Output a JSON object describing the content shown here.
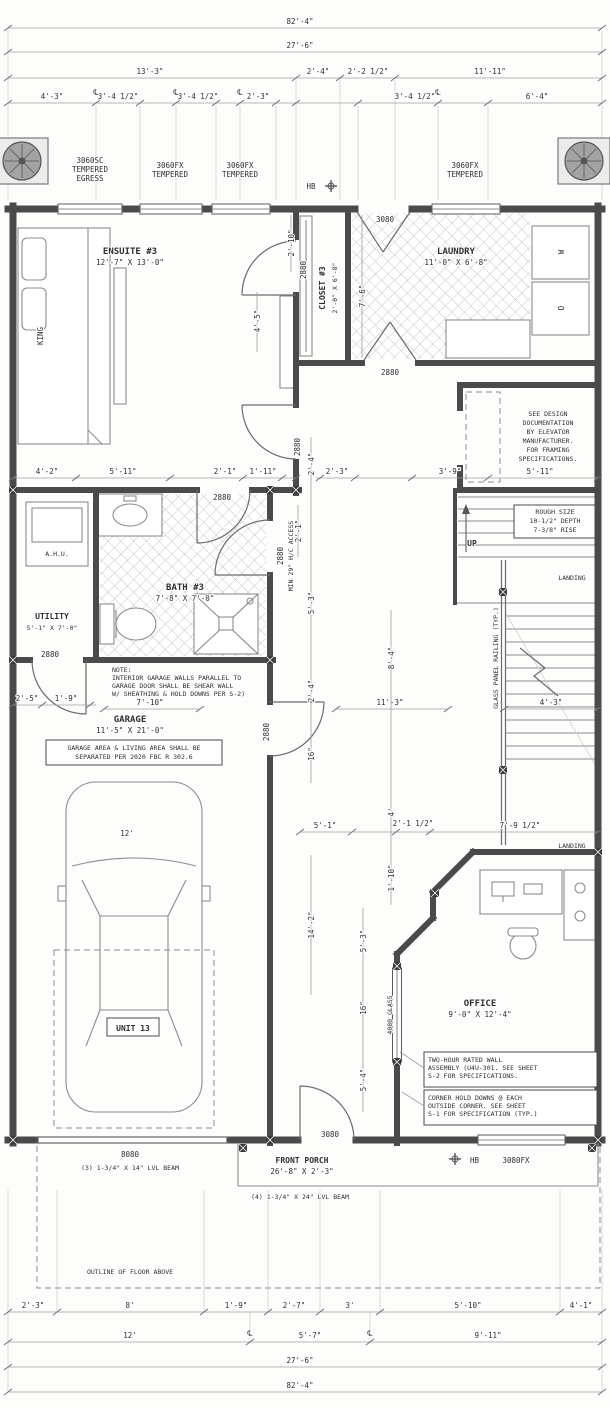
{
  "drawing": {
    "unit_label": "UNIT 13"
  },
  "dims": {
    "top": [
      "82'-4\"",
      "27'-6\"",
      "13'-3\"",
      "2'-4\"",
      "2'-2 1/2\"",
      "11'-11\"",
      "4'-3\"",
      "3'-4 1/2\"",
      "3'-4 1/2\"",
      "2'-3\"",
      "3'-4 1/2\"",
      "6'-4\""
    ],
    "mid_ensuite": [
      "4'-2\"",
      "5'-11\"",
      "2'-1\"",
      "1'-11\"",
      "2'-3\"",
      "3'-9\"",
      "5'-11\""
    ],
    "mid_garage": [
      "2'-5\"",
      "1'-9\"",
      "7'-10\"",
      "11'-3\"",
      "4'-3\""
    ],
    "mid_stair": [
      "5'-1\"",
      "2'-1 1/2\"",
      "7'-9 1/2\""
    ],
    "vertical": [
      "2'-10\"",
      "4'-5\"",
      "7'-6\"",
      "2'-4\"",
      "2'-1\"",
      "5'-3\"",
      "8'-4\"",
      "2'-4\"",
      "16\"",
      "4'",
      "1'-10\"",
      "14'-2\"",
      "5'-3\"",
      "16\"",
      "5'-4\""
    ],
    "bottom_row1": [
      "2'-3\"",
      "8'",
      "1'-9\"",
      "2'-7\"",
      "3'",
      "5'-10\"",
      "4'-1\""
    ],
    "bottom_row2": [
      "12'",
      "5'-7\"",
      "9'-11\""
    ],
    "bottom_row3": "27'-6\"",
    "bottom_row4": "82'-4\"",
    "car_length": "12'"
  },
  "windows": {
    "w1": {
      "l1": "3060SC",
      "l2": "TEMPERED",
      "l3": "EGRESS"
    },
    "w2": {
      "l1": "3060FX",
      "l2": "TEMPERED"
    },
    "w3": {
      "l1": "3060FX",
      "l2": "TEMPERED"
    },
    "w4": {
      "l1": "3060FX",
      "l2": "TEMPERED"
    },
    "w5": "3080FX",
    "w6": "4080 GLASS"
  },
  "doors": {
    "balcony": "3080",
    "laundry": "2880",
    "closet": "2880",
    "ensuite_hall": "2880",
    "ensuite_bath": "2880",
    "bath": "2880",
    "bath_access": "MIN 29\" H/C ACCESS",
    "utility": "2880",
    "garage_hall": "2880",
    "garage_overhead": "8080",
    "front": "3080"
  },
  "rooms": {
    "ensuite": {
      "name": "ENSUITE #3",
      "size": "12'-7\" X 13'-0\""
    },
    "closet": {
      "name": "CLOSET #3",
      "size": "2'-0\" X 6'-8\""
    },
    "laundry": {
      "name": "LAUNDRY",
      "size": "11'-0\" X 6'-8\""
    },
    "bath": {
      "name": "BATH #3",
      "size": "7'-8\" X 7'-0\""
    },
    "utility": {
      "name": "UTILITY",
      "size": "5'-1\" X 7'-0\""
    },
    "garage": {
      "name": "GARAGE",
      "size": "11'-5\" X 21'-0\""
    },
    "office": {
      "name": "OFFICE",
      "size": "9'-0\" X 12'-4\""
    },
    "porch": {
      "name": "FRONT PORCH",
      "size": "26'-8\" X 2'-3\""
    }
  },
  "stair": {
    "up": "UP",
    "landing": "LANDING",
    "rough": [
      "ROUGH SIZE",
      "10-1/2\" DEPTH",
      "7-3/8\" RISE"
    ]
  },
  "notes": {
    "elevator": [
      "SEE DESIGN",
      "DOCUMENTATION",
      "BY ELEVATOR",
      "MANUFACTURER.",
      "FOR FRAMING",
      "SPECIFICATIONS."
    ],
    "garage_shear": [
      "NOTE:",
      "INTERIOR GARAGE WALLS PARALLEL TO",
      "GARAGE DOOR SHALL BE SHEAR WALL",
      "W/ SHEATHING & HOLD DOWNS PER S-2)"
    ],
    "garage_sep": [
      "GARAGE AREA & LIVING AREA SHALL BE",
      "SEPARATED PER 2020 FBC R 302.6"
    ],
    "two_hour": [
      "TWO-HOUR RATED WALL",
      "ASSEMBLY (U4U-301. SEE SHEET",
      "S-2 FOR SPECIFICATIONS."
    ],
    "hold_downs": [
      "CORNER HOLD DOWNS @ EACH",
      "OUTSIDE CORNER. SEE SHEET",
      "S-1 FOR SPECIFICATION (TYP.)"
    ],
    "beam_garage": "(3) 1-3/4\" X 14\" LVL BEAM",
    "beam_porch": "(4) 1-3/4\" X 24\" LVL BEAM",
    "outline_above": "OUTLINE OF FLOOR ABOVE",
    "railing": "GLASS PANEL RAILING (TYP.)"
  },
  "labels": {
    "hb": "HB",
    "king": "KING",
    "washer": "W",
    "dryer": "D",
    "ahu": "A.H.U.",
    "centerline": "℄"
  }
}
